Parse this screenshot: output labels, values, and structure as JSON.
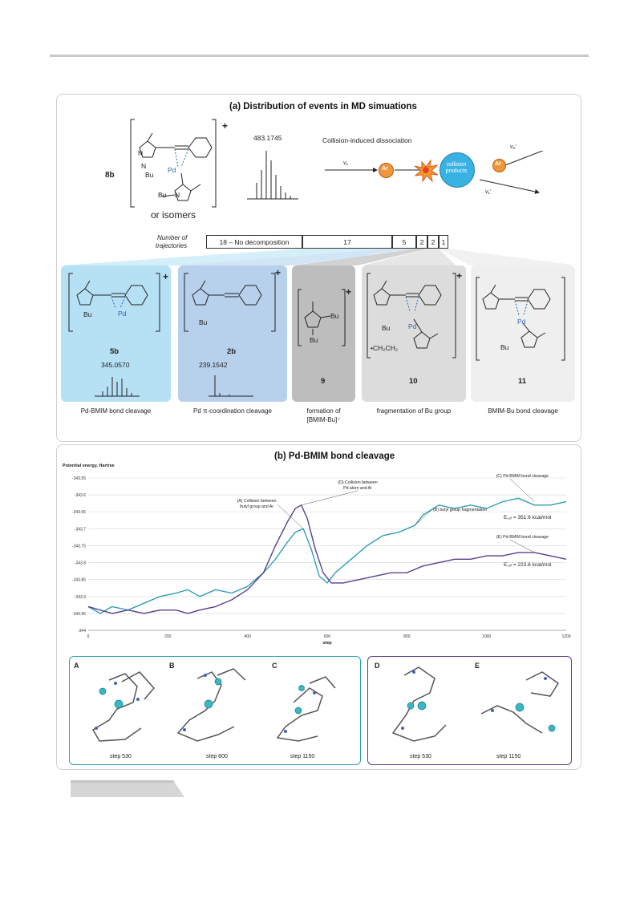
{
  "panel_a": {
    "title": "(a) Distribution of events in MD simuations",
    "compound_8b": "8b",
    "or_isomers": "or isomers",
    "ms_value": "483.1745",
    "cid_label": "Collision-induced dissociation",
    "v1": "v₁",
    "v2": "v₂'",
    "v1p": "v₁'",
    "ar": "Ar",
    "collision_products": "collision products",
    "traj_label_1": "Number of",
    "traj_label_2": "trajectories",
    "bar_segments": [
      {
        "label": "18 – No decomposition",
        "value": 18,
        "color": "#ffffff"
      },
      {
        "label": "17",
        "value": 17,
        "color": "#45b5e2"
      },
      {
        "label": "5",
        "value": 5,
        "color": "#5b8fd0"
      },
      {
        "label": "2",
        "value": 2,
        "color": "#9e9e9e"
      },
      {
        "label": "2",
        "value": 2,
        "color": "#d4d4d4"
      },
      {
        "label": "1",
        "value": 1,
        "color": "#f0f0f0"
      }
    ],
    "cards": [
      {
        "compound": "5b",
        "ms": "345.0570",
        "caption": "Pd-BMIM bond cleavage",
        "color": "#b6e0f4"
      },
      {
        "compound": "2b",
        "ms": "239.1542",
        "caption": "Pd π-coordination cleavage",
        "color": "#b7d0ec"
      },
      {
        "compound": "9",
        "caption_1": "formation of",
        "caption_2": "[BMIM-Bu]⁺",
        "color": "#bdbdbd"
      },
      {
        "compound": "10",
        "caption": "fragmentation of Bu group",
        "color": "#dcdcdc"
      },
      {
        "compound": "11",
        "caption": "BMIM-Bu bond cleavage",
        "color": "#efefef"
      }
    ],
    "chem": {
      "bu": "Bu",
      "n": "N",
      "pd": "Pd",
      "plus": "+",
      "radical": "•CH₂CH₂"
    }
  },
  "panel_b": {
    "title": "(b) Pd-BMIM bond cleavage",
    "frames_left": [
      {
        "letter": "A",
        "step": "step 530"
      },
      {
        "letter": "B",
        "step": "step 800"
      },
      {
        "letter": "C",
        "step": "step 1150"
      }
    ],
    "frames_right": [
      {
        "letter": "D",
        "step": "step 530"
      },
      {
        "letter": "E",
        "step": "step 1150"
      }
    ]
  },
  "chart_data": {
    "type": "line",
    "title": "",
    "ylabel": "Potential energy, Hartree",
    "xlabel": "step",
    "xlim": [
      0,
      1200
    ],
    "ylim": [
      -344,
      -343.55
    ],
    "xticks": [
      0,
      200,
      400,
      600,
      800,
      1000,
      1200
    ],
    "yticks": [
      -343.55,
      -343.6,
      -343.65,
      -343.7,
      -343.75,
      -343.8,
      -343.85,
      -343.9,
      -343.95,
      -344
    ],
    "grid": true,
    "series": [
      {
        "color": "#2f9fb5",
        "x": [
          0,
          30,
          60,
          100,
          140,
          180,
          220,
          250,
          280,
          320,
          360,
          400,
          440,
          470,
          500,
          520,
          540,
          560,
          580,
          600,
          620,
          660,
          700,
          740,
          780,
          820,
          840,
          880,
          920,
          960,
          1000,
          1040,
          1080,
          1120,
          1160,
          1200
        ],
        "y": [
          -343.93,
          -343.95,
          -343.93,
          -343.94,
          -343.92,
          -343.9,
          -343.89,
          -343.88,
          -343.9,
          -343.88,
          -343.89,
          -343.87,
          -343.83,
          -343.79,
          -343.74,
          -343.71,
          -343.7,
          -343.76,
          -343.84,
          -343.86,
          -343.83,
          -343.79,
          -343.75,
          -343.72,
          -343.71,
          -343.69,
          -343.66,
          -343.63,
          -343.64,
          -343.63,
          -343.64,
          -343.62,
          -343.61,
          -343.63,
          -343.63,
          -343.62
        ]
      },
      {
        "color": "#5b3f8e",
        "x": [
          0,
          30,
          60,
          100,
          140,
          180,
          220,
          250,
          280,
          320,
          360,
          400,
          440,
          470,
          500,
          520,
          535,
          550,
          570,
          590,
          610,
          640,
          680,
          720,
          760,
          800,
          840,
          880,
          920,
          960,
          1000,
          1040,
          1080,
          1120,
          1160,
          1200
        ],
        "y": [
          -343.93,
          -343.94,
          -343.95,
          -343.94,
          -343.95,
          -343.94,
          -343.94,
          -343.95,
          -343.94,
          -343.93,
          -343.91,
          -343.88,
          -343.83,
          -343.75,
          -343.68,
          -343.64,
          -343.63,
          -343.67,
          -343.76,
          -343.83,
          -343.86,
          -343.86,
          -343.85,
          -343.84,
          -343.83,
          -343.83,
          -343.81,
          -343.8,
          -343.79,
          -343.79,
          -343.78,
          -343.78,
          -343.77,
          -343.77,
          -343.78,
          -343.79
        ]
      }
    ],
    "annotations": {
      "A": [
        "(A) Collision between",
        "butyl group and Ar"
      ],
      "D": [
        "(D) Collision between",
        "Pd atom and Ar"
      ],
      "B": "(B) butyl group fragmentation",
      "C": "(C) Pd-BMIM bond cleavage",
      "E": "(E) Pd-BMIM bond cleavage",
      "ecol1": "E꜀ₒₗ = 351.6 kcal/mol",
      "ecol2": "E꜀ₒₗ = 223.6 kcal/mol"
    }
  }
}
